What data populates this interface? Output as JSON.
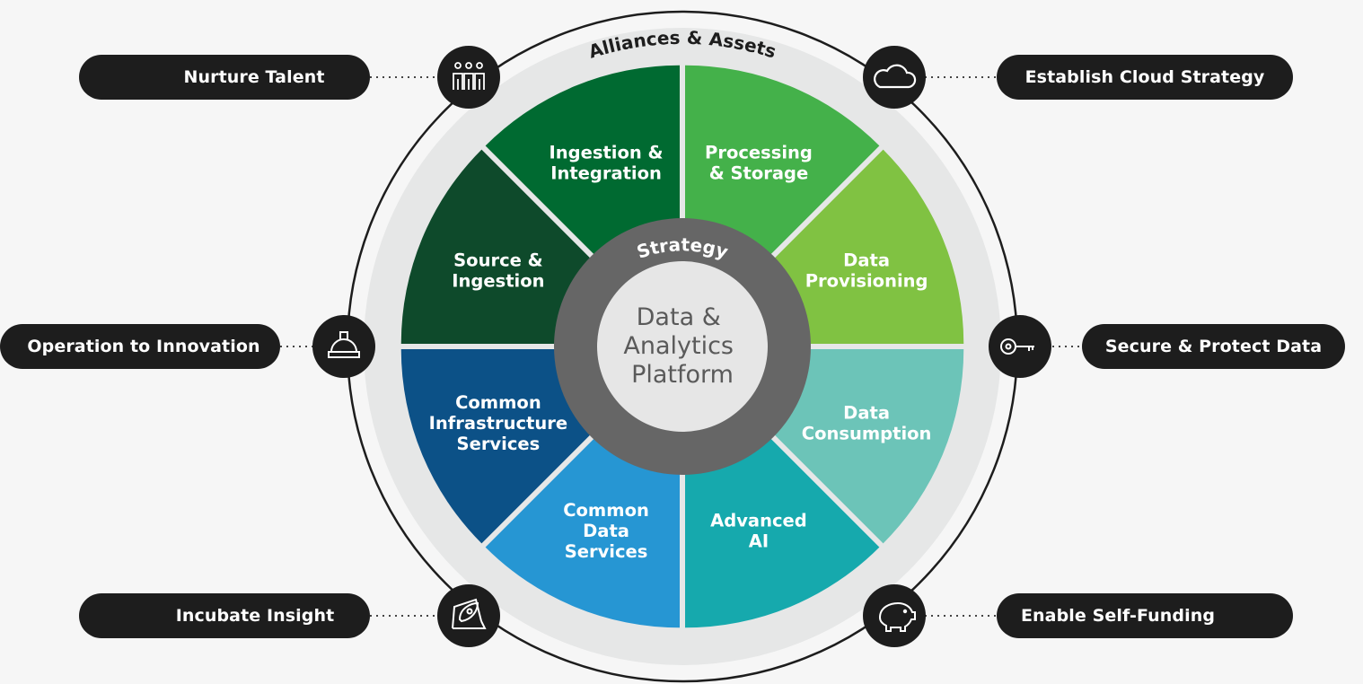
{
  "diagram": {
    "center_lines": [
      "Data &",
      "Analytics",
      "Platform"
    ],
    "inner_ring_label": "Strategy",
    "outer_ring_label": "Alliances & Assets",
    "segments": [
      {
        "lines": [
          "Processing",
          "& Storage"
        ],
        "color": "#44b14a"
      },
      {
        "lines": [
          "Data",
          "Provisioning"
        ],
        "color": "#80c242"
      },
      {
        "lines": [
          "Data",
          "Consumption"
        ],
        "color": "#6cc4b8"
      },
      {
        "lines": [
          "Advanced",
          "AI"
        ],
        "color": "#16a9ad"
      },
      {
        "lines": [
          "Common",
          "Data",
          "Services"
        ],
        "color": "#2696d3"
      },
      {
        "lines": [
          "Common",
          "Infrastructure",
          "Services"
        ],
        "color": "#0c5187"
      },
      {
        "lines": [
          "Source &",
          "Ingestion"
        ],
        "color": "#0e4a2b"
      },
      {
        "lines": [
          "Ingestion &",
          "Integration"
        ],
        "color": "#006a31"
      }
    ],
    "pillars": [
      {
        "label": "Nurture Talent",
        "icon": "people-icon"
      },
      {
        "label": "Establish Cloud Strategy",
        "icon": "cloud-icon"
      },
      {
        "label": "Operation to Innovation",
        "icon": "hard-hat-icon"
      },
      {
        "label": "Secure & Protect Data",
        "icon": "key-icon"
      },
      {
        "label": "Incubate Insight",
        "icon": "rocket-icon"
      },
      {
        "label": "Enable Self-Funding",
        "icon": "piggy-bank-icon"
      }
    ],
    "colors": {
      "background": "#f6f6f6",
      "outer_ring": "#e6e7e7",
      "inner_ring": "#666666",
      "center": "#e6e6e6",
      "pill": "#1d1d1d"
    }
  }
}
